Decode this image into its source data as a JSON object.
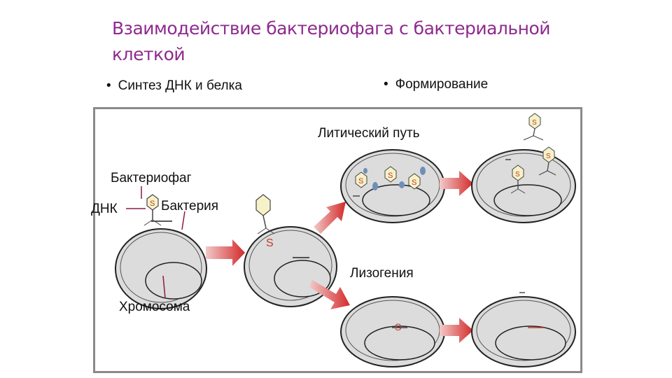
{
  "title": "Взаимодействие бактериофага с бактериальной клеткой",
  "bullets": {
    "bullet_char": "•",
    "left": "Синтез ДНК и белка",
    "right": "Формирование"
  },
  "diagram": {
    "labels": {
      "lytic": "Литический путь",
      "bacteriophage": "Бактериофаг",
      "dna": "ДНК",
      "bacterium": "Бактерия",
      "lysogeny": "Лизогения",
      "chromosome": "Хромосома"
    },
    "colors": {
      "title": "#8e2a8e",
      "cell_fill": "#dcdcdc",
      "cell_stroke": "#222222",
      "arrow": "#d42a2a",
      "dna": "#c0392b",
      "phage_head": "#f6f2c8",
      "granule": "#6f8fb8"
    },
    "icons": [
      "phage-icon",
      "arrow-icon",
      "cell-icon"
    ]
  }
}
